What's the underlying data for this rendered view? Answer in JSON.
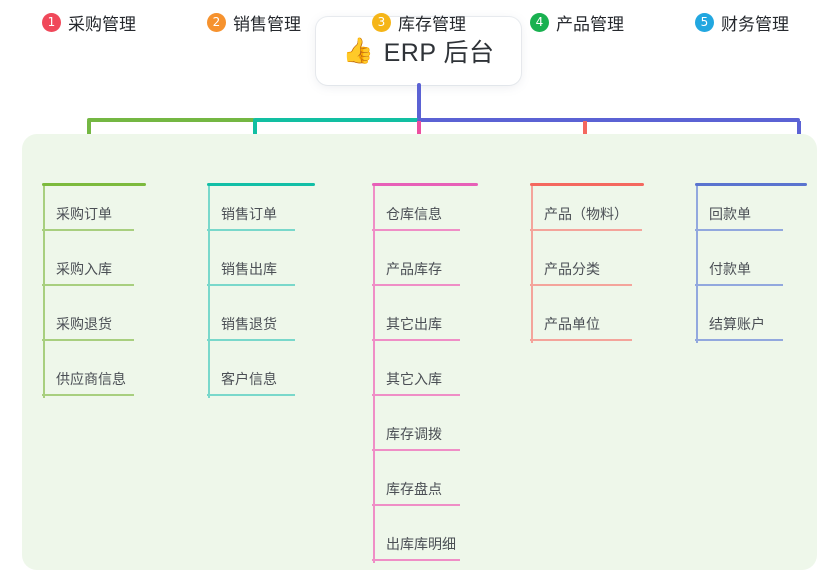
{
  "root": {
    "emoji": "👍",
    "emoji_name": "thumbs-up-emoji",
    "title": "ERP 后台"
  },
  "colors": {
    "page_background": "#ffffff",
    "panel_background": "#eef7ea",
    "stem": "#5b62d4",
    "bar_left": "#74b743",
    "bar_mid": "#12bfa2",
    "bar_right": "#5b62d4",
    "text_primary": "#26292e",
    "text_leaf": "#4b4f55"
  },
  "columns": [
    {
      "index": "1",
      "title": "采购管理",
      "badge_color": "#f0485a",
      "rule_color": "#7cba3d",
      "line_color": "#a8cf7f",
      "drop_color": "#74b743",
      "leaves": [
        {
          "label": "采购订单"
        },
        {
          "label": "采购入库"
        },
        {
          "label": "采购退货"
        },
        {
          "label": "供应商信息"
        }
      ]
    },
    {
      "index": "2",
      "title": "销售管理",
      "badge_color": "#f6922e",
      "rule_color": "#11bfa6",
      "line_color": "#79d8cb",
      "drop_color": "#12bfa2",
      "leaves": [
        {
          "label": "销售订单"
        },
        {
          "label": "销售出库"
        },
        {
          "label": "销售退货"
        },
        {
          "label": "客户信息"
        }
      ]
    },
    {
      "index": "3",
      "title": "库存管理",
      "badge_color": "#f5b518",
      "rule_color": "#e760b8",
      "line_color": "#ef8ec6",
      "drop_color": "#ec4fa0",
      "leaves": [
        {
          "label": "仓库信息"
        },
        {
          "label": "产品库存"
        },
        {
          "label": "其它出库"
        },
        {
          "label": "其它入库"
        },
        {
          "label": "库存调拨"
        },
        {
          "label": "库存盘点"
        },
        {
          "label": "出库库明细"
        }
      ]
    },
    {
      "index": "4",
      "title": "产品管理",
      "badge_color": "#19b150",
      "rule_color": "#f4685f",
      "line_color": "#f4a49b",
      "drop_color": "#f4685f",
      "leaves": [
        {
          "label": "产品（物料）"
        },
        {
          "label": "产品分类"
        },
        {
          "label": "产品单位"
        }
      ]
    },
    {
      "index": "5",
      "title": "财务管理",
      "badge_color": "#22a7e0",
      "rule_color": "#5a74cf",
      "line_color": "#92a8de",
      "drop_color": "#5b62d4",
      "leaves": [
        {
          "label": "回款单"
        },
        {
          "label": "付款单"
        },
        {
          "label": "结算账户"
        }
      ]
    }
  ]
}
